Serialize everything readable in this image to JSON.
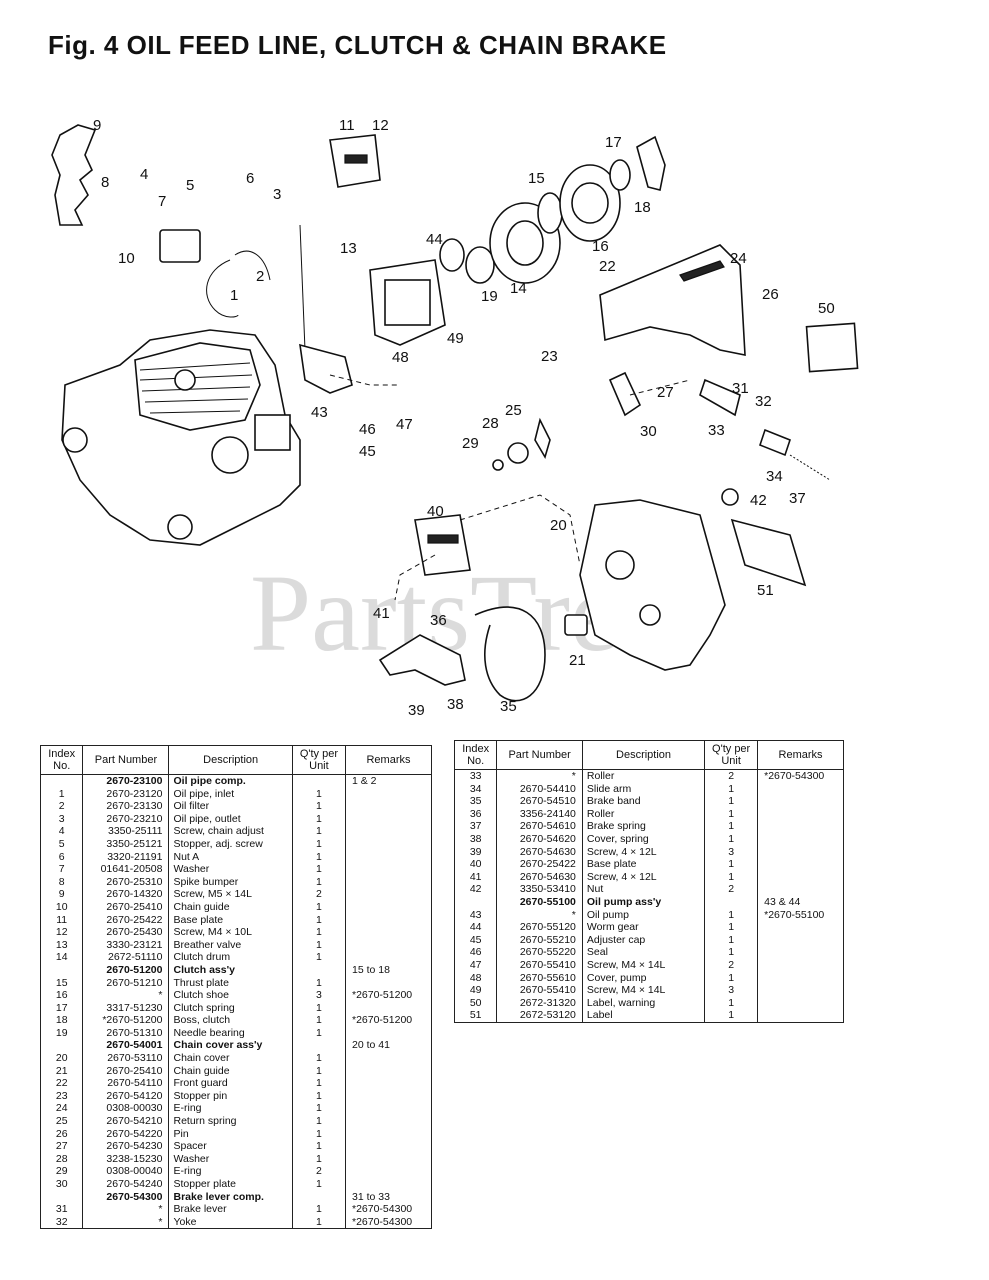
{
  "page": {
    "title": "Fig. 4  OIL FEED LINE, CLUTCH & CHAIN BRAKE"
  },
  "watermark": {
    "text": "PartsTree"
  },
  "diagram": {
    "callouts": [
      "1",
      "2",
      "3",
      "4",
      "5",
      "6",
      "7",
      "8",
      "9",
      "10",
      "11",
      "12",
      "13",
      "14",
      "15",
      "16",
      "17",
      "18",
      "19",
      "20",
      "21",
      "22",
      "23",
      "24",
      "25",
      "26",
      "27",
      "28",
      "29",
      "30",
      "31",
      "32",
      "33",
      "34",
      "35",
      "36",
      "37",
      "38",
      "39",
      "40",
      "41",
      "42",
      "43",
      "44",
      "45",
      "46",
      "47",
      "48",
      "49",
      "50",
      "51"
    ]
  },
  "table_headers": {
    "index": "Index No.",
    "part_number": "Part Number",
    "description": "Description",
    "qty": "Q'ty per Unit",
    "remarks": "Remarks"
  },
  "parts_left": [
    {
      "index": "",
      "part_number": "2670-23100",
      "description": "Oil pipe comp.",
      "qty": "",
      "remarks": "1 & 2",
      "bold": true
    },
    {
      "index": "1",
      "part_number": "2670-23120",
      "description": "Oil pipe, inlet",
      "qty": "1",
      "remarks": ""
    },
    {
      "index": "2",
      "part_number": "2670-23130",
      "description": "Oil filter",
      "qty": "1",
      "remarks": ""
    },
    {
      "index": "3",
      "part_number": "2670-23210",
      "description": "Oil pipe, outlet",
      "qty": "1",
      "remarks": ""
    },
    {
      "index": "4",
      "part_number": "3350-25111",
      "description": "Screw, chain adjust",
      "qty": "1",
      "remarks": ""
    },
    {
      "index": "5",
      "part_number": "3350-25121",
      "description": "Stopper, adj. screw",
      "qty": "1",
      "remarks": ""
    },
    {
      "index": "6",
      "part_number": "3320-21191",
      "description": "Nut A",
      "qty": "1",
      "remarks": ""
    },
    {
      "index": "7",
      "part_number": "01641-20508",
      "description": "Washer",
      "qty": "1",
      "remarks": ""
    },
    {
      "index": "8",
      "part_number": "2670-25310",
      "description": "Spike bumper",
      "qty": "1",
      "remarks": ""
    },
    {
      "index": "9",
      "part_number": "2670-14320",
      "description": "Screw, M5 × 14L",
      "qty": "2",
      "remarks": ""
    },
    {
      "index": "10",
      "part_number": "2670-25410",
      "description": "Chain guide",
      "qty": "1",
      "remarks": ""
    },
    {
      "index": "11",
      "part_number": "2670-25422",
      "description": "Base plate",
      "qty": "1",
      "remarks": ""
    },
    {
      "index": "12",
      "part_number": "2670-25430",
      "description": "Screw, M4 × 10L",
      "qty": "1",
      "remarks": ""
    },
    {
      "index": "13",
      "part_number": "3330-23121",
      "description": "Breather valve",
      "qty": "1",
      "remarks": ""
    },
    {
      "index": "14",
      "part_number": "2672-51110",
      "description": "Clutch drum",
      "qty": "1",
      "remarks": ""
    },
    {
      "index": "",
      "part_number": "2670-51200",
      "description": "Clutch ass'y",
      "qty": "",
      "remarks": "15 to 18",
      "bold": true
    },
    {
      "index": "15",
      "part_number": "2670-51210",
      "description": "Thrust plate",
      "qty": "1",
      "remarks": ""
    },
    {
      "index": "16",
      "part_number": "*",
      "description": "Clutch shoe",
      "qty": "3",
      "remarks": "*2670-51200"
    },
    {
      "index": "17",
      "part_number": "3317-51230",
      "description": "Clutch spring",
      "qty": "1",
      "remarks": ""
    },
    {
      "index": "18",
      "part_number": "*2670-51200",
      "description": "Boss, clutch",
      "qty": "1",
      "remarks": "*2670-51200"
    },
    {
      "index": "19",
      "part_number": "2670-51310",
      "description": "Needle bearing",
      "qty": "1",
      "remarks": ""
    },
    {
      "index": "",
      "part_number": "2670-54001",
      "description": "Chain cover ass'y",
      "qty": "",
      "remarks": "20 to 41",
      "bold": true
    },
    {
      "index": "20",
      "part_number": "2670-53110",
      "description": "Chain cover",
      "qty": "1",
      "remarks": ""
    },
    {
      "index": "21",
      "part_number": "2670-25410",
      "description": "Chain guide",
      "qty": "1",
      "remarks": ""
    },
    {
      "index": "22",
      "part_number": "2670-54110",
      "description": "Front guard",
      "qty": "1",
      "remarks": ""
    },
    {
      "index": "23",
      "part_number": "2670-54120",
      "description": "Stopper pin",
      "qty": "1",
      "remarks": ""
    },
    {
      "index": "24",
      "part_number": "0308-00030",
      "description": "E-ring",
      "qty": "1",
      "remarks": ""
    },
    {
      "index": "25",
      "part_number": "2670-54210",
      "description": "Return spring",
      "qty": "1",
      "remarks": ""
    },
    {
      "index": "26",
      "part_number": "2670-54220",
      "description": "Pin",
      "qty": "1",
      "remarks": ""
    },
    {
      "index": "27",
      "part_number": "2670-54230",
      "description": "Spacer",
      "qty": "1",
      "remarks": ""
    },
    {
      "index": "28",
      "part_number": "3238-15230",
      "description": "Washer",
      "qty": "1",
      "remarks": ""
    },
    {
      "index": "29",
      "part_number": "0308-00040",
      "description": "E-ring",
      "qty": "2",
      "remarks": ""
    },
    {
      "index": "30",
      "part_number": "2670-54240",
      "description": "Stopper plate",
      "qty": "1",
      "remarks": ""
    },
    {
      "index": "",
      "part_number": "2670-54300",
      "description": "Brake lever comp.",
      "qty": "",
      "remarks": "31 to 33",
      "bold": true
    },
    {
      "index": "31",
      "part_number": "*",
      "description": "Brake lever",
      "qty": "1",
      "remarks": "*2670-54300"
    },
    {
      "index": "32",
      "part_number": "*",
      "description": "Yoke",
      "qty": "1",
      "remarks": "*2670-54300"
    }
  ],
  "parts_right": [
    {
      "index": "33",
      "part_number": "*",
      "description": "Roller",
      "qty": "2",
      "remarks": "*2670-54300"
    },
    {
      "index": "34",
      "part_number": "2670-54410",
      "description": "Slide arm",
      "qty": "1",
      "remarks": ""
    },
    {
      "index": "35",
      "part_number": "2670-54510",
      "description": "Brake band",
      "qty": "1",
      "remarks": ""
    },
    {
      "index": "36",
      "part_number": "3356-24140",
      "description": "Roller",
      "qty": "1",
      "remarks": ""
    },
    {
      "index": "37",
      "part_number": "2670-54610",
      "description": "Brake spring",
      "qty": "1",
      "remarks": ""
    },
    {
      "index": "38",
      "part_number": "2670-54620",
      "description": "Cover, spring",
      "qty": "1",
      "remarks": ""
    },
    {
      "index": "39",
      "part_number": "2670-54630",
      "description": "Screw, 4 × 12L",
      "qty": "3",
      "remarks": ""
    },
    {
      "index": "40",
      "part_number": "2670-25422",
      "description": "Base plate",
      "qty": "1",
      "remarks": ""
    },
    {
      "index": "41",
      "part_number": "2670-54630",
      "description": "Screw, 4 × 12L",
      "qty": "1",
      "remarks": ""
    },
    {
      "index": "42",
      "part_number": "3350-53410",
      "description": "Nut",
      "qty": "2",
      "remarks": ""
    },
    {
      "index": "",
      "part_number": "2670-55100",
      "description": "Oil pump ass'y",
      "qty": "",
      "remarks": "43 & 44",
      "bold": true
    },
    {
      "index": "43",
      "part_number": "*",
      "description": "Oil pump",
      "qty": "1",
      "remarks": "*2670-55100"
    },
    {
      "index": "44",
      "part_number": "2670-55120",
      "description": "Worm gear",
      "qty": "1",
      "remarks": ""
    },
    {
      "index": "45",
      "part_number": "2670-55210",
      "description": "Adjuster cap",
      "qty": "1",
      "remarks": ""
    },
    {
      "index": "46",
      "part_number": "2670-55220",
      "description": "Seal",
      "qty": "1",
      "remarks": ""
    },
    {
      "index": "47",
      "part_number": "2670-55410",
      "description": "Screw, M4 × 14L",
      "qty": "2",
      "remarks": ""
    },
    {
      "index": "48",
      "part_number": "2670-55610",
      "description": "Cover, pump",
      "qty": "1",
      "remarks": ""
    },
    {
      "index": "49",
      "part_number": "2670-55410",
      "description": "Screw, M4 × 14L",
      "qty": "3",
      "remarks": ""
    },
    {
      "index": "50",
      "part_number": "2672-31320",
      "description": "Label, warning",
      "qty": "1",
      "remarks": ""
    },
    {
      "index": "51",
      "part_number": "2672-53120",
      "description": "Label",
      "qty": "1",
      "remarks": ""
    }
  ]
}
